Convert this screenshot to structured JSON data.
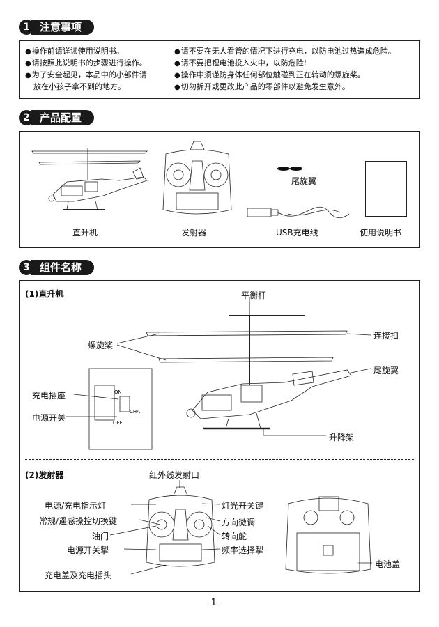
{
  "section1": {
    "num": "1",
    "title": "注意事项",
    "notes_left": [
      "操作前请详读使用说明书。",
      "请按照此说明书的步骤进行操作。",
      "为了安全起见，本品中的小部件请",
      "放在小孩子拿不到的地方。"
    ],
    "notes_right": [
      "请不要在无人看管的情况下进行充电，以防电池过热造成危险。",
      "请不要把锂电池投入火中，以防危险!",
      "操作中须谨防身体任何部位触碰到正在转动的螺旋桨。",
      "切勿拆开或更改此产品的零部件以避免发生意外。"
    ],
    "bullet": "●"
  },
  "section2": {
    "num": "2",
    "title": "产品配置",
    "items": {
      "helicopter": "直升机",
      "transmitter": "发射器",
      "tail_fin": "尾旋翼",
      "usb_cable": "USB充电线",
      "manual": "使用说明书"
    }
  },
  "section3": {
    "num": "3",
    "title": "组件名称",
    "heli": {
      "subtitle": "(1)直升机",
      "labels": {
        "flybar": "平衡杆",
        "propeller": "螺旋桨",
        "connector": "连接扣",
        "tail_fin": "尾旋翼",
        "charge_socket": "充电插座",
        "power_switch": "电源开关",
        "landing_gear": "升降架",
        "switch_on": "ON",
        "switch_off": "OFF",
        "switch_cha": "CHA"
      }
    },
    "transmitter": {
      "subtitle": "(2)发射器",
      "labels": {
        "ir_port": "红外线发射口",
        "indicator": "电源/充电指示灯",
        "mode_switch": "常规/遥感操控切换键",
        "throttle": "油门",
        "power_switch": "电源开关掣",
        "charge_cover": "充电盖及充电插头",
        "light_switch": "灯光开关键",
        "trim": "方向微调",
        "rudder": "转向舵",
        "freq_switch": "频率选择掣",
        "battery_cover": "电池盖"
      }
    }
  },
  "page_number": "–1–"
}
